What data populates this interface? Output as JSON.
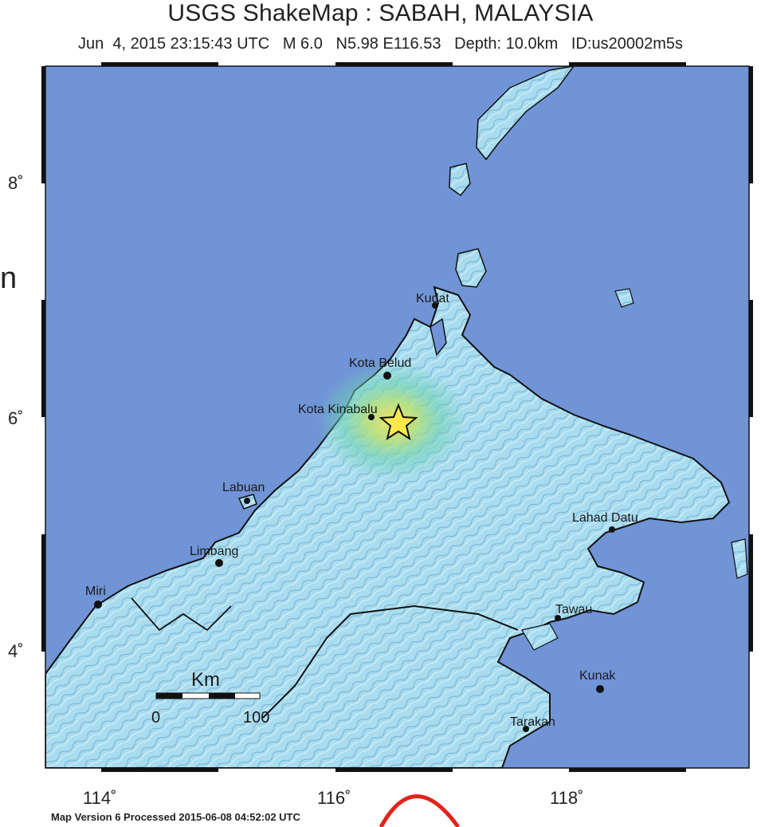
{
  "header": {
    "title": "USGS ShakeMap : SABAH, MALAYSIA",
    "subtitle": "Jun  4, 2015 23:15:43 UTC   M 6.0   N5.98 E116.53   Depth: 10.0km   ID:us20002m5s"
  },
  "latitude_labels": [
    "8˚",
    "6˚",
    "4˚"
  ],
  "longitude_labels": [
    "114˚",
    "116˚",
    "118˚"
  ],
  "cities": [
    {
      "name": "Kudat"
    },
    {
      "name": "Kota Belud"
    },
    {
      "name": "Kota Kinabalu"
    },
    {
      "name": "Labuan"
    },
    {
      "name": "Limbang"
    },
    {
      "name": "Miri"
    },
    {
      "name": "Lahad Datu"
    },
    {
      "name": "Tawau"
    },
    {
      "name": "Kunak"
    },
    {
      "name": "Tarakan"
    }
  ],
  "scale_bar": {
    "unit": "Km",
    "start": "0",
    "end": "100"
  },
  "epicenter": {
    "lat": 5.98,
    "lon": 116.53,
    "magnitude": "M 6.0"
  },
  "footer": {
    "version_text": "Map Version 6 Processed 2015-06-08 04:52:02 UTC"
  },
  "side_glyph": "n",
  "colors": {
    "ocean": "#7094d6",
    "land": "#a8dcef",
    "intensity_high": "#f0e060",
    "intensity_mid": "#6ccfb0",
    "epicenter_star": "#ffe94a"
  }
}
